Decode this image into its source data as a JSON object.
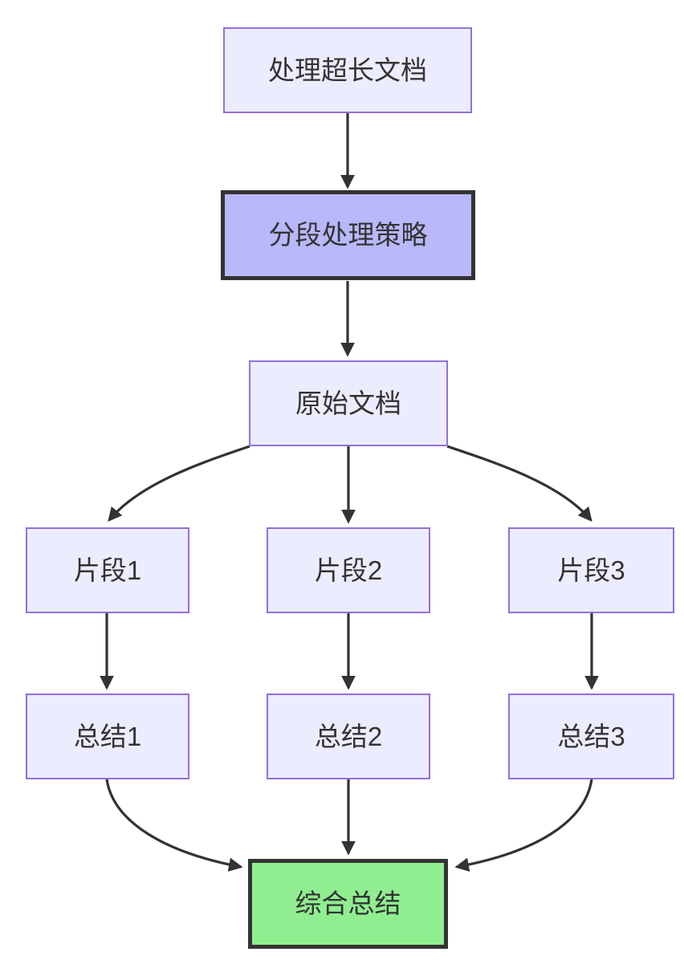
{
  "diagram": {
    "type": "flowchart",
    "direction": "top-down",
    "nodes": [
      {
        "id": "A",
        "label": "处理超长文档",
        "style": "default"
      },
      {
        "id": "B",
        "label": "分段处理策略",
        "style": "highlight"
      },
      {
        "id": "C",
        "label": "原始文档",
        "style": "default"
      },
      {
        "id": "D",
        "label": "片段1",
        "style": "default"
      },
      {
        "id": "E",
        "label": "片段2",
        "style": "default"
      },
      {
        "id": "F",
        "label": "片段3",
        "style": "default"
      },
      {
        "id": "G",
        "label": "总结1",
        "style": "default"
      },
      {
        "id": "H",
        "label": "总结2",
        "style": "default"
      },
      {
        "id": "I",
        "label": "总结3",
        "style": "default"
      },
      {
        "id": "J",
        "label": "综合总结",
        "style": "success"
      }
    ],
    "edges": [
      {
        "from": "A",
        "to": "B"
      },
      {
        "from": "B",
        "to": "C"
      },
      {
        "from": "C",
        "to": "D"
      },
      {
        "from": "C",
        "to": "E"
      },
      {
        "from": "C",
        "to": "F"
      },
      {
        "from": "D",
        "to": "G"
      },
      {
        "from": "E",
        "to": "H"
      },
      {
        "from": "F",
        "to": "I"
      },
      {
        "from": "G",
        "to": "J"
      },
      {
        "from": "H",
        "to": "J"
      },
      {
        "from": "I",
        "to": "J"
      }
    ],
    "colors": {
      "background": "#FFFFFF",
      "node_fill": "#ECECFF",
      "node_border": "#9370DB",
      "highlight_fill": "#B8B8FA",
      "highlight_border": "#333333",
      "success_fill": "#90EE90",
      "success_border": "#333333",
      "edge": "#333333",
      "text": "#333333"
    }
  }
}
